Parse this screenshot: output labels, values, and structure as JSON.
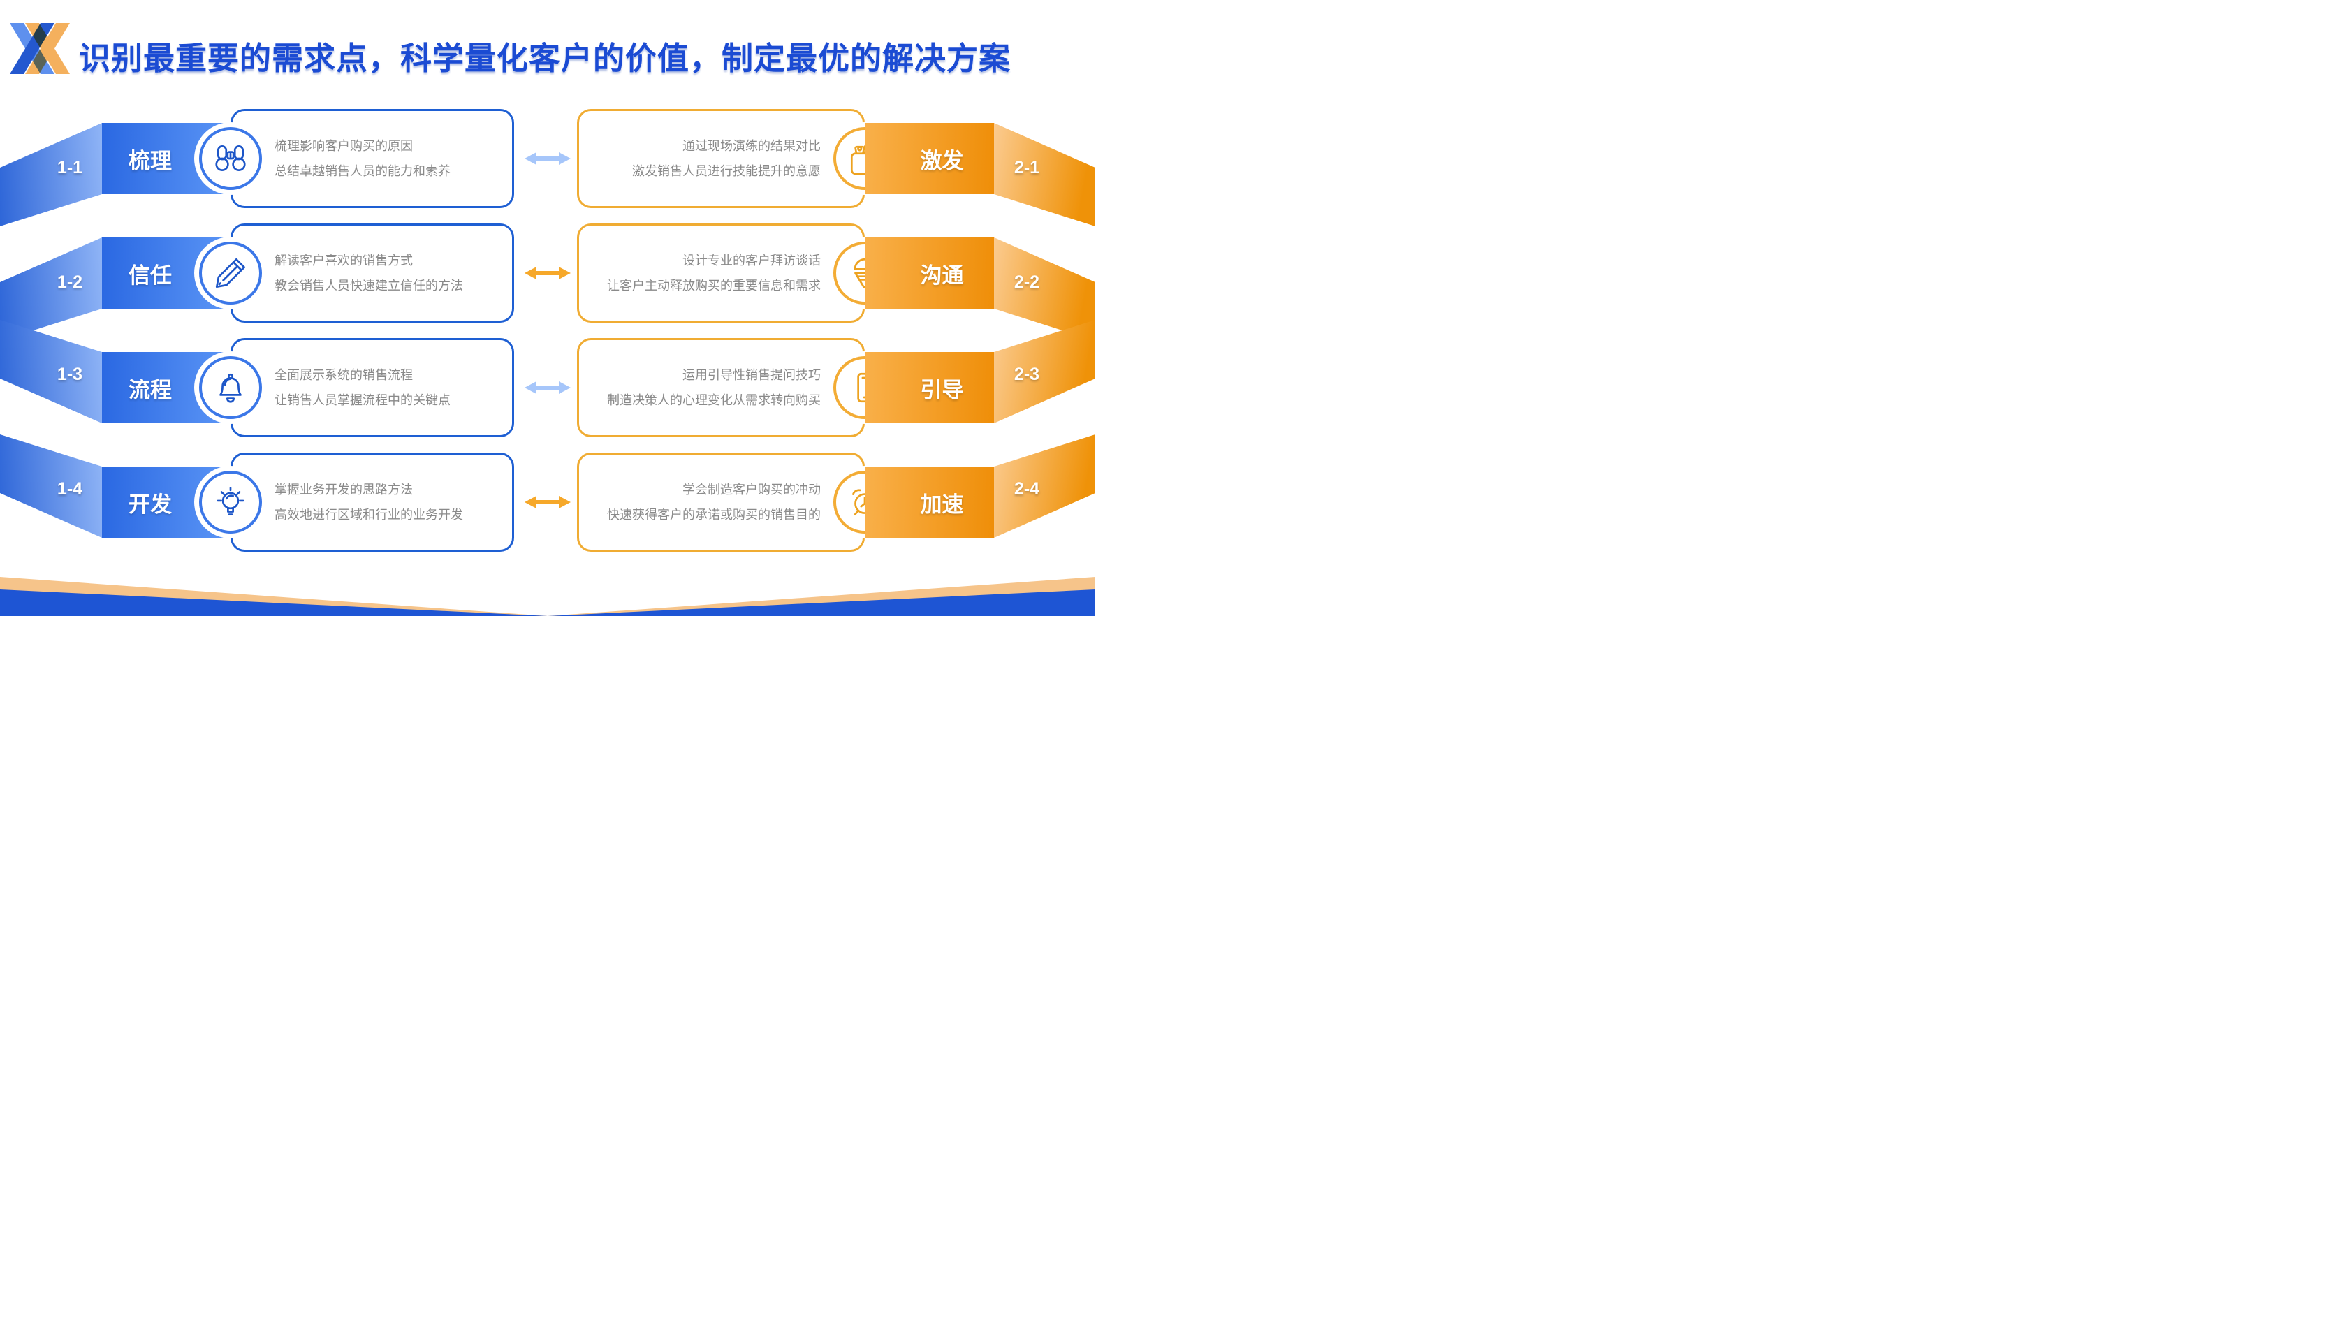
{
  "title": "识别最重要的需求点，科学量化客户的价值，制定最优的解决方案",
  "palette": {
    "title_blue": "#1B4BD3",
    "ribbon_blue": "#2A68E2",
    "ribbon_blue_light": "#8FB4F6",
    "ribbon_orange": "#EF8E08",
    "ribbon_orange_light": "#FBCB90",
    "box_border_blue": "#1E5FD3",
    "box_border_orange": "#F0AC33",
    "arrow_blue": "#A6C6FA",
    "arrow_orange": "#F6A82A",
    "body_text_gray": "#8A8A8A",
    "footer_tan": "#F6C48A",
    "footer_blue": "#1E55D4"
  },
  "rows": [
    {
      "arrow": "blue",
      "left": {
        "num": "1-1",
        "label": "梳理",
        "icon": "binoculars-icon",
        "lines": [
          "梳理影响客户购买的原因",
          "总结卓越销售人员的能力和素养"
        ]
      },
      "right": {
        "num": "2-1",
        "label": "激发",
        "icon": "cutting-boards-icon",
        "lines": [
          "通过现场演练的结果对比",
          "激发销售人员进行技能提升的意愿"
        ]
      }
    },
    {
      "arrow": "orange",
      "left": {
        "num": "1-2",
        "label": "信任",
        "icon": "pencil-icon",
        "lines": [
          "解读客户喜欢的销售方式",
          "教会销售人员快速建立信任的方法"
        ]
      },
      "right": {
        "num": "2-2",
        "label": "沟通",
        "icon": "cone-icon",
        "lines": [
          "设计专业的客户拜访谈话",
          "让客户主动释放购买的重要信息和需求"
        ]
      }
    },
    {
      "arrow": "blue",
      "left": {
        "num": "1-3",
        "label": "流程",
        "icon": "bell-icon",
        "lines": [
          "全面展示系统的销售流程",
          "让销售人员掌握流程中的关键点"
        ]
      },
      "right": {
        "num": "2-3",
        "label": "引导",
        "icon": "smartphone-icon",
        "lines": [
          "运用引导性销售提问技巧",
          "制造决策人的心理变化从需求转向购买"
        ]
      }
    },
    {
      "arrow": "orange",
      "left": {
        "num": "1-4",
        "label": "开发",
        "icon": "lightbulb-icon",
        "lines": [
          "掌握业务开发的思路方法",
          "高效地进行区域和行业的业务开发"
        ]
      },
      "right": {
        "num": "2-4",
        "label": "加速",
        "icon": "alarm-clock-icon",
        "lines": [
          "学会制造客户购买的冲动",
          "快速获得客户的承诺或购买的销售目的"
        ]
      }
    }
  ]
}
